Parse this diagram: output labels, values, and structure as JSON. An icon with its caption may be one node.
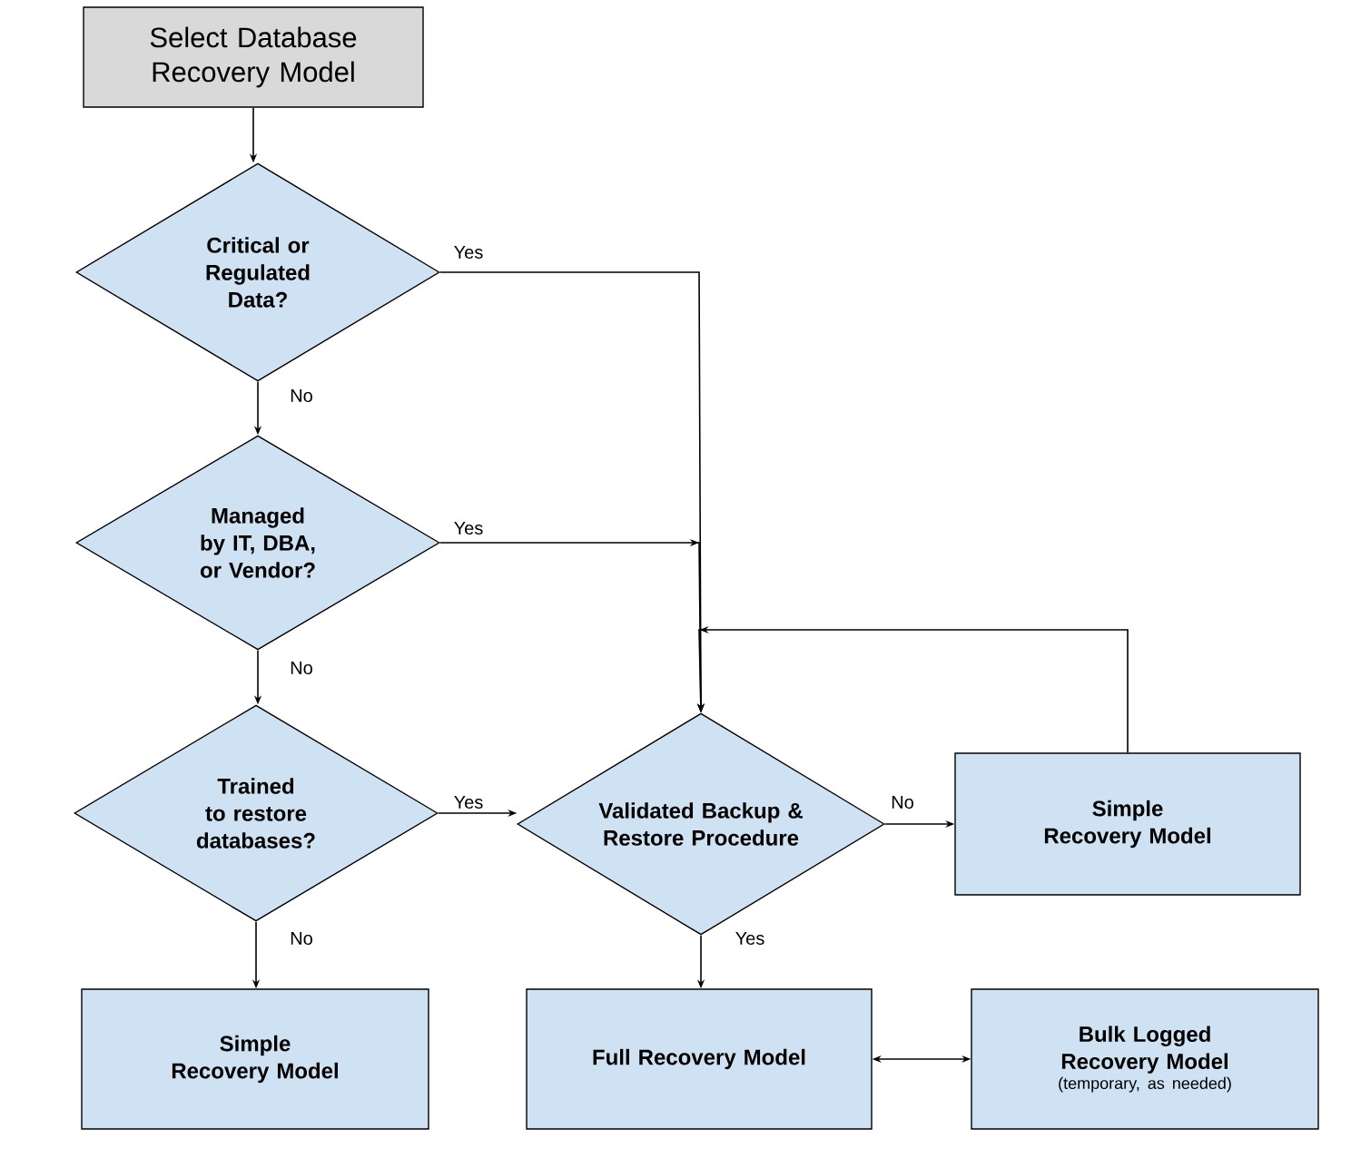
{
  "diagram": {
    "nodes": [
      {
        "text": [
          "Select Database Recovery Model"
        ]
      },
      {
        "text": [
          "Critical or Regulated Data?"
        ]
      },
      {
        "text": [
          "Managed by IT, DBA, or Vendor?"
        ]
      },
      {
        "text": [
          "Trained to restore databases?"
        ]
      },
      {
        "text": [
          "Simple Recovery Model"
        ]
      },
      {
        "text": [
          "Validated Backup & Restore Procedure"
        ]
      },
      {
        "text": [
          "Simple Recovery Model"
        ]
      },
      {
        "text": [
          "Full Recovery Model"
        ]
      },
      {
        "text": [
          "Bulk Logged Recovery Model",
          "(temporary, as needed)"
        ]
      }
    ],
    "edges": [
      {
        "from": 0,
        "to": 1,
        "arrow": "to"
      },
      {
        "from": 1,
        "to": 5,
        "arrow": "to",
        "label": "Yes"
      },
      {
        "from": 1,
        "to": 2,
        "arrow": "to",
        "label": "No"
      },
      {
        "from": 2,
        "to": 5,
        "arrow": "to",
        "label": "Yes"
      },
      {
        "from": 2,
        "to": 3,
        "arrow": "to",
        "label": "No"
      },
      {
        "from": 3,
        "to": 5,
        "arrow": "to",
        "label": "Yes"
      },
      {
        "from": 3,
        "to": 4,
        "arrow": "to",
        "label": "No"
      },
      {
        "from": 5,
        "to": 6,
        "arrow": "to",
        "label": "No"
      },
      {
        "from": 5,
        "to": 7,
        "arrow": "to",
        "label": "Yes"
      },
      {
        "from": 6,
        "to": 5,
        "arrow": "to"
      },
      {
        "from": 7,
        "to": 8,
        "arrow": "both"
      }
    ]
  }
}
